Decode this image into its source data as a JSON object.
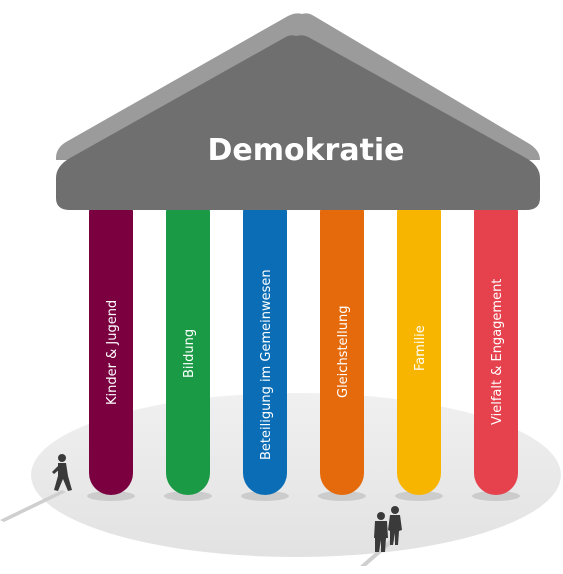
{
  "diagram": {
    "roof_title": "Demokratie",
    "pillars": [
      {
        "label": "Kinder & Jugend",
        "color": "#7a0040"
      },
      {
        "label": "Bildung",
        "color": "#1a9a44"
      },
      {
        "label": "Beteiligung im Gemeinwesen",
        "color": "#0a6db5"
      },
      {
        "label": "Gleichstellung",
        "color": "#e56a0c"
      },
      {
        "label": "Familie",
        "color": "#f7b500"
      },
      {
        "label": "Vielfalt & Engagement",
        "color": "#e5424d"
      }
    ],
    "colors": {
      "roof_top": "#9b9b9b",
      "roof_front": "#6f6f6f",
      "ground": "#e6e6e6",
      "figures": "#3a3a3a"
    }
  }
}
